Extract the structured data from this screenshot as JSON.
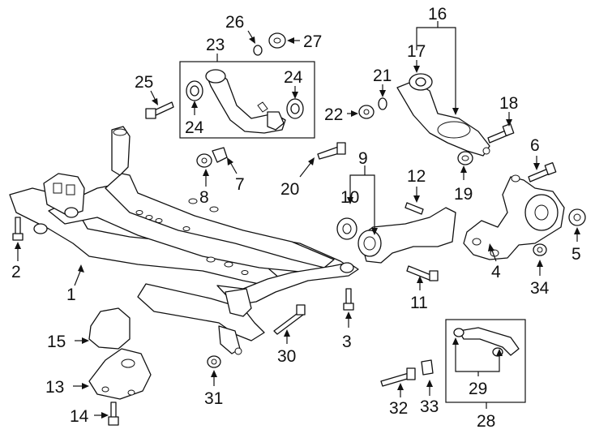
{
  "diagram": {
    "callouts": [
      "1",
      "2",
      "3",
      "4",
      "5",
      "6",
      "7",
      "8",
      "9",
      "10",
      "11",
      "12",
      "13",
      "14",
      "15",
      "16",
      "17",
      "18",
      "19",
      "20",
      "21",
      "22",
      "23",
      "24",
      "24",
      "25",
      "26",
      "27",
      "28",
      "29",
      "30",
      "31",
      "32",
      "33",
      "34"
    ]
  }
}
